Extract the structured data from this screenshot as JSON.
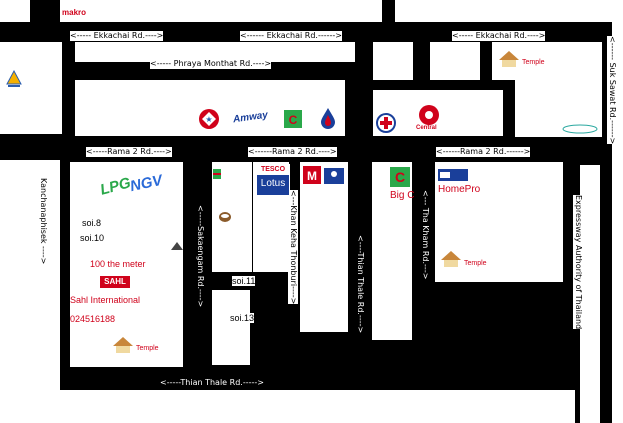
{
  "roads": {
    "ekkachai_1": "<----- Ekkachai Rd.---->",
    "ekkachai_2": "<------ Ekkachai Rd.------>",
    "ekkachai_3": "<----- Ekkachai Rd.---->",
    "phraya_monthat": "<----- Phraya Monthat Rd.---->",
    "rama2_1": "<-----Rama 2 Rd.---->",
    "rama2_2": "<------Rama 2 Rd.---->",
    "rama2_3": "<------Rama 2 Rd.------>",
    "suk_sawat": "<------ Suk Sawat Rd.------>",
    "kanchanaphisek": "Kanchanaphisek ---->",
    "sakaengam": "<-----Sakaengam Rd.---->",
    "khan_keha": "<---Khan Keha Thonburi---->",
    "thian_thale_v": "<----Thian Thale Rd.---->",
    "tha_kham": "<--- Tha Kham Rd.--->",
    "expressway": "Expressway Authority of Thailand",
    "thian_thale_h": "<-----Thian Thale Rd.----->"
  },
  "places": {
    "makro": "makro",
    "temple_ne": "Temple",
    "temple_mid": "Temple",
    "temple_sw": "Temple",
    "central": "Central",
    "big_c": "Big C",
    "homepro": "HomePro",
    "tesco": "TESCO",
    "lotus": "Lotus",
    "lpg": "LPG",
    "ngv": "NGV",
    "amway": "Amway",
    "meter": "100 the meter",
    "sahl_sign": "SAHL",
    "sahl_name": "Sahl International",
    "phone": "024516188"
  },
  "sois": {
    "soi8": "soi.8",
    "soi10": "soi.10",
    "soi11": "soi.11",
    "soi13": "soi.13"
  },
  "colors": {
    "road": "#000000",
    "block": "#ffffff",
    "accent": "#d0021b",
    "ngv_blue": "#2a6ad8",
    "lpg_green": "#2aa84a"
  }
}
